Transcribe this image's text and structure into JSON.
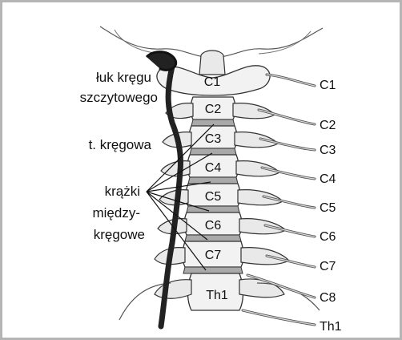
{
  "vertebrae": [
    "C1",
    "C2",
    "C3",
    "C4",
    "C5",
    "C6",
    "C7",
    "Th1"
  ],
  "nerves": [
    "C1",
    "C2",
    "C3",
    "C4",
    "C5",
    "C6",
    "C7",
    "C8",
    "Th1"
  ],
  "labels": {
    "atlas_arch_line1": "łuk kręgu",
    "atlas_arch_line2": "szczytowego",
    "vertebral_artery": "t. kręgowa",
    "discs_line1": "krążki",
    "discs_line2": "między-",
    "discs_line3": "kręgowe"
  },
  "colors": {
    "border": "#b5b5b5",
    "disc": "#a9a9a9",
    "artery": "#222222"
  }
}
